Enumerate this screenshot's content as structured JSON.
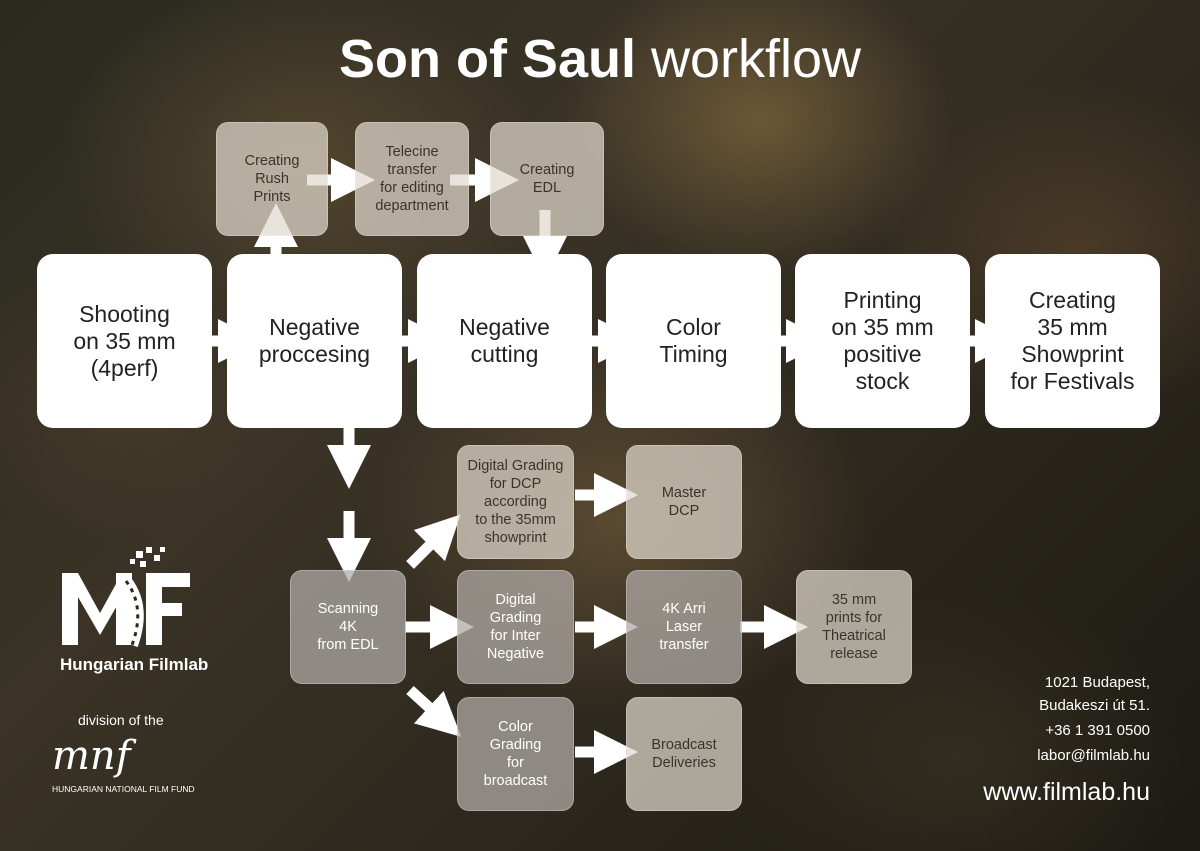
{
  "title": {
    "bold": "Son of Saul",
    "regular": "workflow"
  },
  "main_steps": [
    "Shooting\non 35 mm\n(4perf)",
    "Negative\nproccesing",
    "Negative\ncutting",
    "Color\nTiming",
    "Printing\non 35 mm\npositive\nstock",
    "Creating\n35 mm\nShowprint\nfor Festivals"
  ],
  "top_branch": [
    "Creating\nRush\nPrints",
    "Telecine\ntransfer\nfor editing\ndepartment",
    "Creating\nEDL"
  ],
  "digital_branch": {
    "scanning": "Scanning\n4K\nfrom EDL",
    "grading_dcp": "Digital Grading\nfor DCP\naccording\nto the 35mm\nshowprint",
    "master_dcp": "Master\nDCP",
    "grading_inter": "Digital\nGrading\nfor Inter\nNegative",
    "laser": "4K Arri\nLaser\ntransfer",
    "prints": "35 mm\nprints for\nTheatrical\nrelease",
    "grading_broadcast": "Color\nGrading\nfor\nbroadcast",
    "broadcast": "Broadcast\nDeliveries"
  },
  "logo": {
    "company": "Hungarian Filmlab",
    "division": "division of the",
    "fund_logo": "mnf",
    "fund": "HUNGARIAN NATIONAL FILM FUND"
  },
  "contact": {
    "address_1": "1021 Budapest,",
    "address_2": "Budakeszi út 51.",
    "phone": "+36 1 391 0500",
    "email": "labor@filmlab.hu",
    "website": "www.filmlab.hu"
  },
  "colors": {
    "box": "#ffffff",
    "text": "#222222",
    "arrow": "#ffffff"
  }
}
